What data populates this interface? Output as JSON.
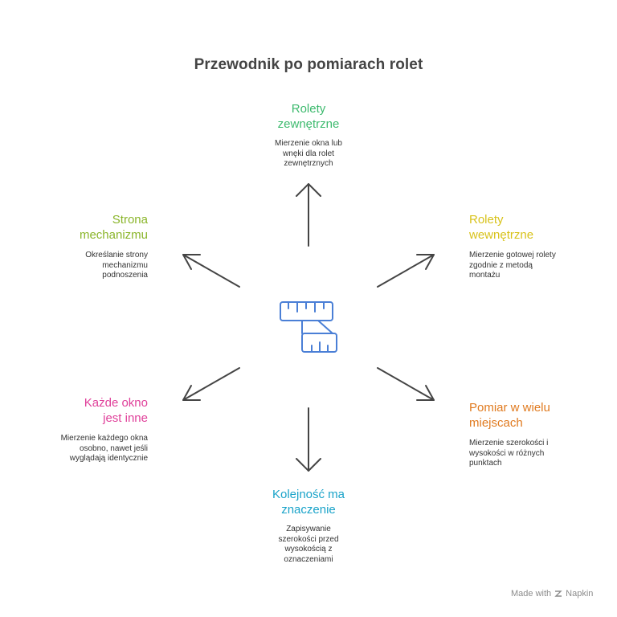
{
  "title": "Przewodnik po pomiarach rolet",
  "colors": {
    "arrow": "#444444",
    "icon": "#4a7fd6",
    "outer": "#3dba6e",
    "inner": "#d8c21a",
    "multi": "#e07a1f",
    "order": "#1aa3c9",
    "every": "#e0409a",
    "side": "#8ab52a"
  },
  "nodes": {
    "outer": {
      "title": "Rolety zewnętrzne",
      "desc": "Mierzenie okna lub wnęki dla rolet zewnętrznych"
    },
    "inner": {
      "title": "Rolety wewnętrzne",
      "desc": "Mierzenie gotowej rolety zgodnie z metodą montażu"
    },
    "multi": {
      "title": "Pomiar w wielu miejscach",
      "desc": "Mierzenie szerokości i wysokości w różnych punktach"
    },
    "order": {
      "title": "Kolejność ma znaczenie",
      "desc": "Zapisywanie szerokości przed wysokością z oznaczeniami"
    },
    "every": {
      "title": "Każde okno jest inne",
      "desc": "Mierzenie każdego okna osobno, nawet jeśli wyglądają identycznie"
    },
    "side": {
      "title": "Strona mechanizmu",
      "desc": "Określanie strony mechanizmu podnoszenia"
    }
  },
  "center_icon": "measuring-tape-icon",
  "footer": {
    "made_with": "Made with",
    "brand": "Napkin"
  }
}
